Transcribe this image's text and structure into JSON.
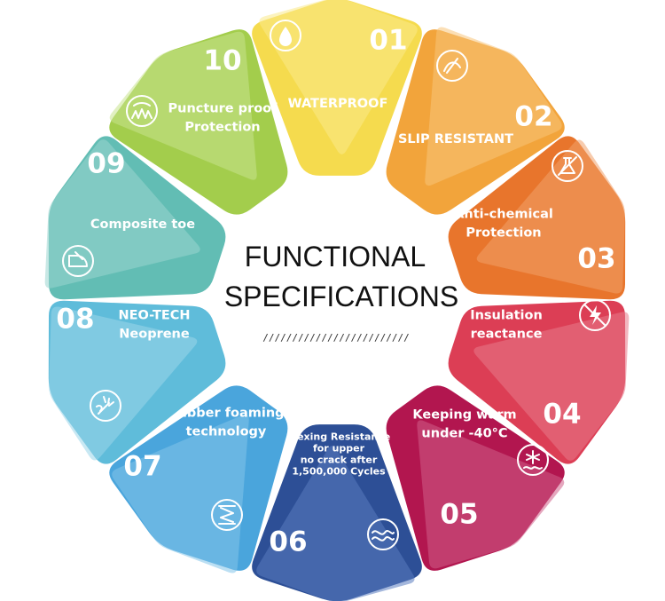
{
  "center": {
    "line1": "FUNCTIONAL",
    "line2": "SPECIFICATIONS",
    "slashes": "/////////////////////////"
  },
  "segments": [
    {
      "number": "01",
      "lines": [
        "WATERPROOF"
      ],
      "icon": "water-drop-icon",
      "color": "#f5db4e",
      "light": "#f9e98a"
    },
    {
      "number": "02",
      "lines": [
        "SLIP RESISTANT"
      ],
      "icon": "anti-slip-icon",
      "color": "#f2a43b",
      "light": "#f7c47a"
    },
    {
      "number": "03",
      "lines": [
        "Anti-chemical",
        "Protection"
      ],
      "icon": "chemical-icon",
      "color": "#e8752c",
      "light": "#f0a06a"
    },
    {
      "number": "04",
      "lines": [
        "Insulation",
        "reactance"
      ],
      "icon": "electric-icon",
      "color": "#dc3e55",
      "light": "#e87a8a"
    },
    {
      "number": "05",
      "lines": [
        "Keeping warm",
        "under -40°C"
      ],
      "icon": "cold-icon",
      "color": "#b2164f",
      "light": "#cf5f88"
    },
    {
      "number": "06",
      "lines": [
        "Flexing Resistance",
        "for upper",
        "no crack after",
        "1,500,000 Cycles"
      ],
      "icon": "flex-wave-icon",
      "color": "#2d4f96",
      "light": "#5a7cc0"
    },
    {
      "number": "07",
      "lines": [
        "Rubber foaming",
        "technology"
      ],
      "icon": "spring-icon",
      "color": "#4aa5dc",
      "light": "#84c4ea"
    },
    {
      "number": "08",
      "lines": [
        "NEO-TECH",
        "Neoprene"
      ],
      "icon": "impact-icon",
      "color": "#5fbcda",
      "light": "#9bd6ea"
    },
    {
      "number": "09",
      "lines": [
        "Composite toe"
      ],
      "icon": "toe-cap-icon",
      "color": "#62bdb4",
      "light": "#9ad6cf"
    },
    {
      "number": "10",
      "lines": [
        "Puncture proof",
        "Protection"
      ],
      "icon": "puncture-icon",
      "color": "#a3cd4c",
      "light": "#c9e38e"
    }
  ]
}
